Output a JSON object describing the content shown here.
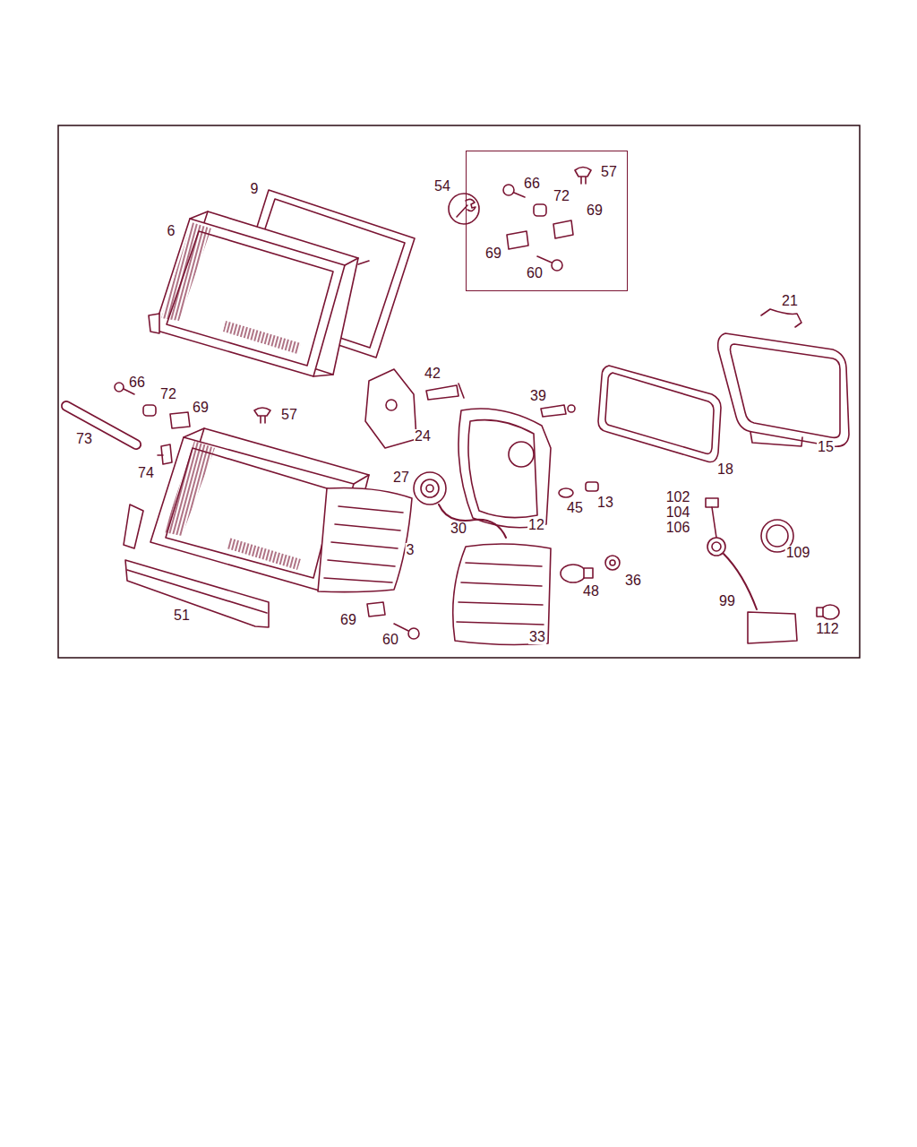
{
  "diagram": {
    "nodes": [
      {
        "text": [
          "66",
          "57",
          "72",
          "69",
          "69",
          "60"
        ]
      }
    ],
    "labels": [
      "9",
      "54",
      "6",
      "21",
      "42",
      "66",
      "72",
      "39",
      "69",
      "57",
      "24",
      "73",
      "15",
      "18",
      "74",
      "27",
      "102",
      "13",
      "45",
      "104",
      "12",
      "30",
      "106",
      "3",
      "109",
      "36",
      "48",
      "99",
      "51",
      "69",
      "112",
      "33",
      "60"
    ]
  }
}
